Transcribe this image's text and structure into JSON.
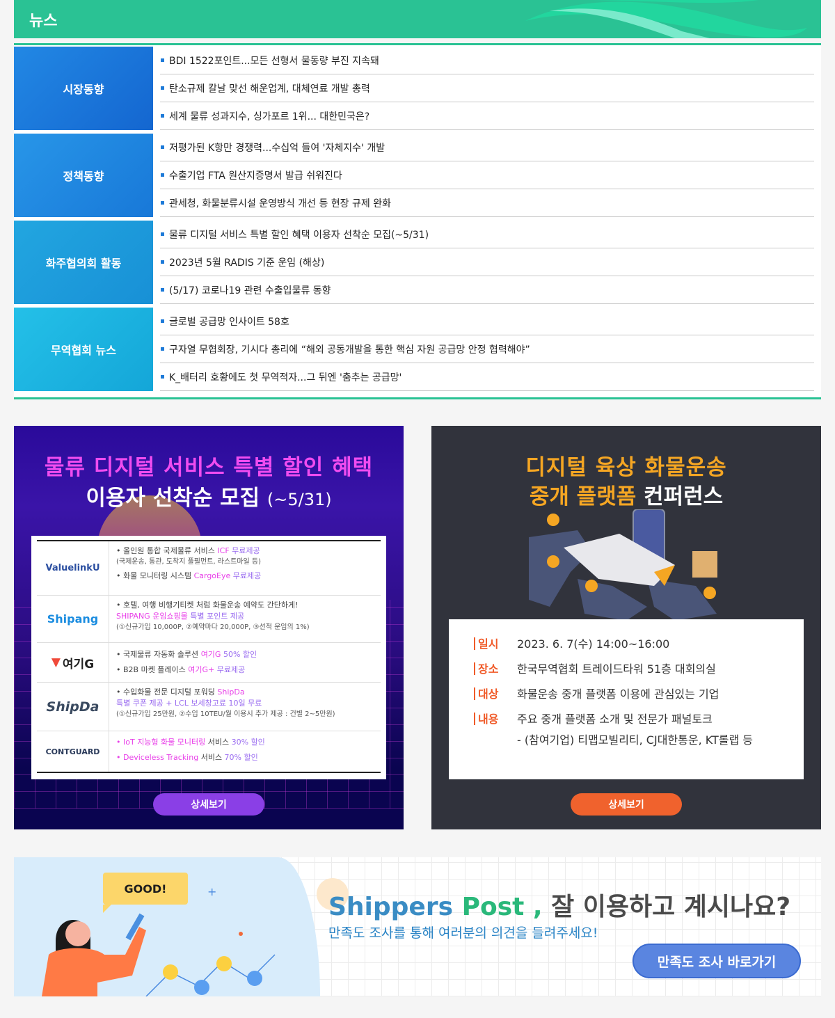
{
  "news": {
    "title": "뉴스",
    "categories": [
      {
        "label": "시장동향",
        "color_from": "#1f82e0",
        "color_to": "#1466d0",
        "items": [
          "BDI 1522포인트...모든 선형서 물동량 부진 지속돼",
          "탄소규제 칼날 맞선 해운업계, 대체연료 개발 총력",
          "세계 물류 성과지수, 싱가포르 1위... 대한민국은?"
        ]
      },
      {
        "label": "정책동향",
        "color_from": "#2590e6",
        "color_to": "#1878d8",
        "items": [
          "저평가된 K항만 경쟁력...수십억 들여 '자체지수' 개발",
          "수출기업 FTA 원산지증명서 발급 쉬워진다",
          "관세청, 화물분류시설 운영방식 개선 등 현장 규제 완화"
        ]
      },
      {
        "label": "화주협의회 활동",
        "color_from": "#20a2de",
        "color_to": "#1890d6",
        "items": [
          "물류 디지털 서비스 특별 할인 혜택 이용자 선착순 모집(~5/31)",
          "2023년 5월 RADIS 기준 운임 (해상)",
          "(5/17) 코로나19 관련 수출입물류 동향"
        ]
      },
      {
        "label": "무역협회 뉴스",
        "color_from": "#22bde6",
        "color_to": "#14a6d8",
        "items": [
          "글로벌 공급망 인사이트 58호",
          "구자열 무협회장, 기시다 총리에 “해외 공동개발을 통한 핵심 자원 공급망 안정 협력해야”",
          "K_배터리 호황에도 첫 무역적자...그 뒤엔 '춤추는 공급망'"
        ]
      }
    ]
  },
  "promo_left": {
    "title_line1": "물류 디지털 서비스 특별 할인 혜택",
    "title_line2": "이용자 선착순 모집",
    "title_date": "(~5/31)",
    "rows": [
      {
        "logo": "ValuelinkU",
        "logo_color": "#2a4ea0",
        "lines": [
          {
            "text": "• 올인원 통합 국제물류 서비스 ",
            "pink": "ICF",
            "violet": " 무료제공"
          },
          {
            "small": "(국제운송, 통관, 도착지 풀필먼트, 라스트마일 등)"
          },
          {
            "text": "• 화물 모니터링 시스템 ",
            "pink": "CargoEye",
            "violet": " 무료제공"
          }
        ]
      },
      {
        "logo": "Shipang",
        "logo_color": "#1a8ce0",
        "lines": [
          {
            "text": "• 호텔, 여행 비행기티켓 처럼 화물운송 예약도 간단하게!"
          },
          {
            "pink": "SHIPANG 운임쇼핑몰",
            "violet": " 특별 포인트 제공"
          },
          {
            "small": "(①신규가입 10,000P, ②예약마다 20,000P, ③선적 운임의 1%)"
          }
        ]
      },
      {
        "logo": "여기G",
        "logo_color": "#222222",
        "lines": [
          {
            "text": "• 국제물류 자동화 솔루션 ",
            "pink": "여기G",
            "violet": " 50% 할인"
          },
          {
            "text": "• B2B 마켓 플레이스 ",
            "pink": "여기G+",
            "violet": " 무료제공"
          }
        ]
      },
      {
        "logo": "ShipDa",
        "logo_color": "#3a4a60",
        "lines": [
          {
            "text": "• 수입화물 전문 디지털 포워딩 ",
            "pink": "ShipDa"
          },
          {
            "violet": "특별 쿠폰 제공 + LCL 보세창고료 10일 무료"
          },
          {
            "small": "(①신규가입 25만원, ②수입 10TEU/월 이용시 추가 제공 : 건별 2~5만원)"
          }
        ]
      },
      {
        "logo": "CONTGUARD",
        "logo_color": "#2a3a5a",
        "lines": [
          {
            "text": "• ",
            "pink": "IoT 지능형 화물 모니터링",
            "after": " 서비스",
            "violet": " 30% 할인"
          },
          {
            "text": "• ",
            "pink": "Deviceless Tracking",
            "after": " 서비스",
            "violet": " 70% 할인"
          }
        ]
      }
    ],
    "button_label": "상세보기"
  },
  "promo_right": {
    "title_line1": "디지털 육상 화물운송",
    "title_line2_accent": "중개 플랫폼",
    "title_line2_white": "컨퍼런스",
    "info": [
      {
        "key": "일시",
        "value": "2023. 6. 7(수) 14:00~16:00"
      },
      {
        "key": "장소",
        "value": "한국무역협회 트레이드타워 51층 대회의실"
      },
      {
        "key": "대상",
        "value": "화물운송 중개 플랫폼 이용에 관심있는 기업"
      },
      {
        "key": "내용",
        "value": "주요 중개 플랫폼 소개 및 전문가 패널토크",
        "value2": "- (참여기업) 티맵모빌리티, CJ대한통운, KT롤랩 등"
      }
    ],
    "button_label": "상세보기"
  },
  "survey": {
    "bubble": "GOOD!",
    "brand_part1": "Shippers",
    "brand_part2": "Post",
    "brand_comma": ",",
    "question": "잘 이용하고 계시나요?",
    "subtitle": "만족도 조사를 통해 여러분의 의견을 들려주세요!",
    "button_label": "만족도 조사 바로가기"
  },
  "colors": {
    "news_green": "#2ac294",
    "button_purple": "#8a3fe6",
    "button_orange": "#f0622d",
    "survey_button": "#5a85e0"
  }
}
